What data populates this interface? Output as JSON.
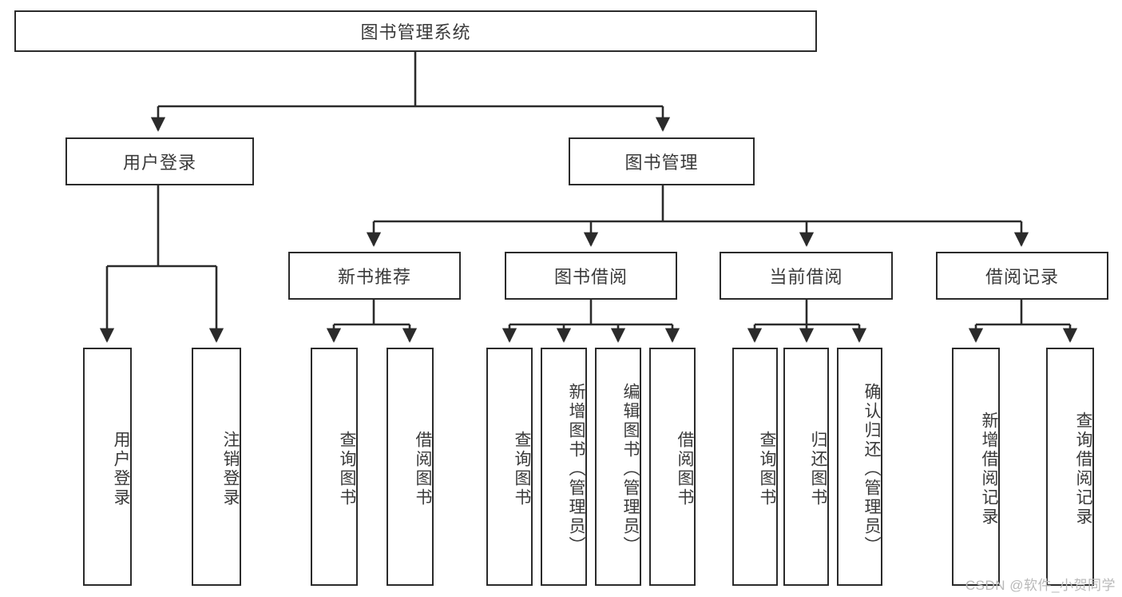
{
  "diagram": {
    "title": "图书管理系统",
    "type": "tree",
    "background_color": "#ffffff",
    "line_color": "#2b2b2b",
    "text_color": "#3a3a3a",
    "root": {
      "label": "图书管理系统"
    },
    "level2": [
      {
        "label": "用户登录"
      },
      {
        "label": "图书管理"
      }
    ],
    "level3": [
      {
        "label": "新书推荐"
      },
      {
        "label": "图书借阅"
      },
      {
        "label": "当前借阅"
      },
      {
        "label": "借阅记录"
      }
    ],
    "leaves": [
      {
        "label": "用户登录"
      },
      {
        "label": "注销登录"
      },
      {
        "label": "查询图书"
      },
      {
        "label": "借阅图书"
      },
      {
        "label": "查询图书"
      },
      {
        "label": "新增图书（管理员）"
      },
      {
        "label": "编辑图书（管理员）"
      },
      {
        "label": "借阅图书"
      },
      {
        "label": "查询图书"
      },
      {
        "label": "归还图书"
      },
      {
        "label": "确认归还（管理员）"
      },
      {
        "label": "新增借阅记录"
      },
      {
        "label": "查询借阅记录"
      }
    ]
  },
  "watermark": {
    "text": "CSDN @软件_小贺同学"
  }
}
